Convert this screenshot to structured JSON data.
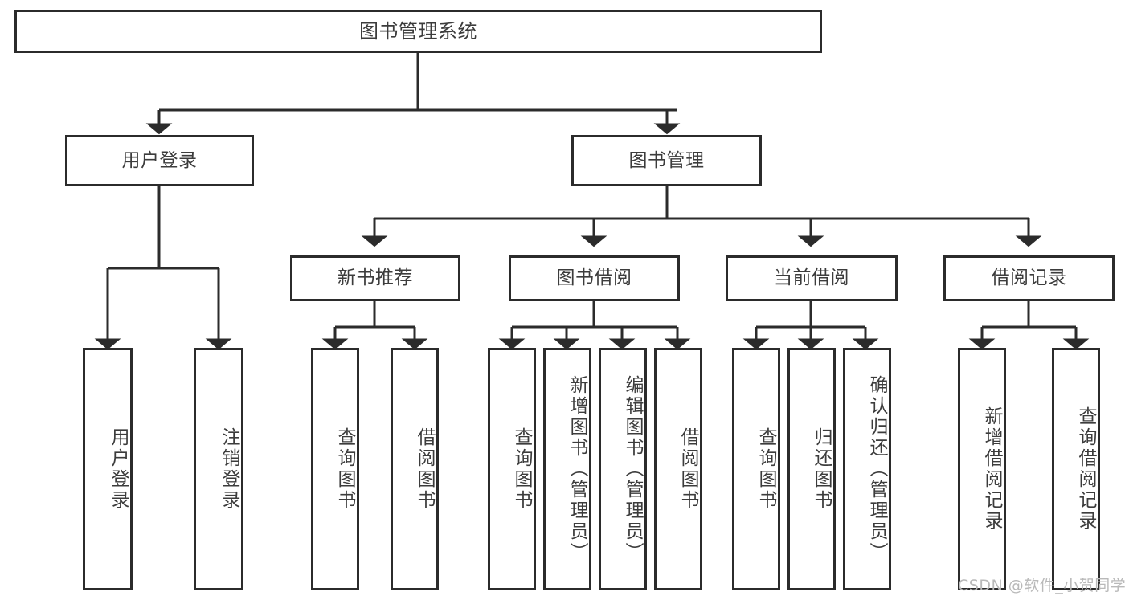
{
  "diagram": {
    "kind": "tree-diagram",
    "title": "图书管理系统",
    "stroke_color": "#2b2b2b",
    "text_color": "#3c3c3c",
    "background_color": "#ffffff",
    "watermark": "CSDN @软件_小贺同学",
    "nodes": {
      "root": {
        "label": "图书管理系统"
      },
      "level2": [
        {
          "id": "user-login",
          "label": "用户登录"
        },
        {
          "id": "book-management",
          "label": "图书管理"
        }
      ],
      "level3": [
        {
          "id": "new-book-recommend",
          "label": "新书推荐"
        },
        {
          "id": "book-borrow",
          "label": "图书借阅"
        },
        {
          "id": "current-borrow",
          "label": "当前借阅"
        },
        {
          "id": "borrow-record",
          "label": "借阅记录"
        }
      ],
      "leaves": {
        "user-login": [
          {
            "id": "leaf-user-login",
            "label": "用户登录"
          },
          {
            "id": "leaf-logout-login",
            "label": "注销登录"
          }
        ],
        "new-book-recommend": [
          {
            "id": "leaf-query-book-1",
            "label": "查询图书"
          },
          {
            "id": "leaf-borrow-book-1",
            "label": "借阅图书"
          }
        ],
        "book-borrow": [
          {
            "id": "leaf-query-book-2",
            "label": "查询图书"
          },
          {
            "id": "leaf-add-book",
            "label": "新增图书（管理员）"
          },
          {
            "id": "leaf-edit-book",
            "label": "编辑图书（管理员）"
          },
          {
            "id": "leaf-borrow-book-2",
            "label": "借阅图书"
          }
        ],
        "current-borrow": [
          {
            "id": "leaf-query-book-3",
            "label": "查询图书"
          },
          {
            "id": "leaf-return-book",
            "label": "归还图书"
          },
          {
            "id": "leaf-confirm-return",
            "label": "确认归还（管理员）"
          }
        ],
        "borrow-record": [
          {
            "id": "leaf-add-record",
            "label": "新增借阅记录"
          },
          {
            "id": "leaf-query-record",
            "label": "查询借阅记录"
          }
        ]
      }
    }
  }
}
